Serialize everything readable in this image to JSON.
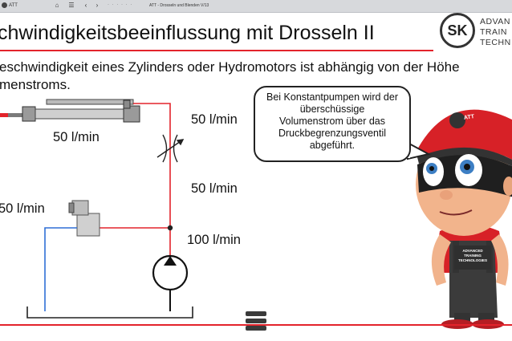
{
  "toolbar": {
    "brand": "ATT",
    "doc_title": "ATT - Drosseln und Blenden V/13",
    "icons": [
      "home-icon",
      "list-icon",
      "back-icon",
      "forward-icon"
    ]
  },
  "slide": {
    "title": "chwindigkeitsbeeinflussung mit Drosseln II",
    "intro_line1": "eschwindigkeit eines Zylinders oder Hydromotors ist abhängig von der Höhe",
    "intro_line2": "menstroms."
  },
  "logo": {
    "mark": "SK",
    "line1": "ADVAN",
    "line2": "TRAIN",
    "line3": "TECHN"
  },
  "diagram": {
    "flow_cylinder": "50 l/min",
    "flow_top_right": "50 l/min",
    "flow_mid_right": "50 l/min",
    "flow_left": "50 l/min",
    "flow_pump": "100 l/min"
  },
  "bubble": {
    "line1": "Bei Konstantpumpen wird der",
    "line2": "überschüssige",
    "line3": "Volumenstrom über das",
    "line4": "Druckbegrenzungsventil",
    "line5": "abgeführt."
  },
  "mascot": {
    "cap_label": "ATT",
    "shirt_line1": "ADVANCED",
    "shirt_line2": "TRAINING",
    "shirt_line3": "TECHNOLOGIES"
  },
  "colors": {
    "accent_red": "#e3232b",
    "line_blue": "#2f6fd6",
    "line_gray": "#333333"
  }
}
